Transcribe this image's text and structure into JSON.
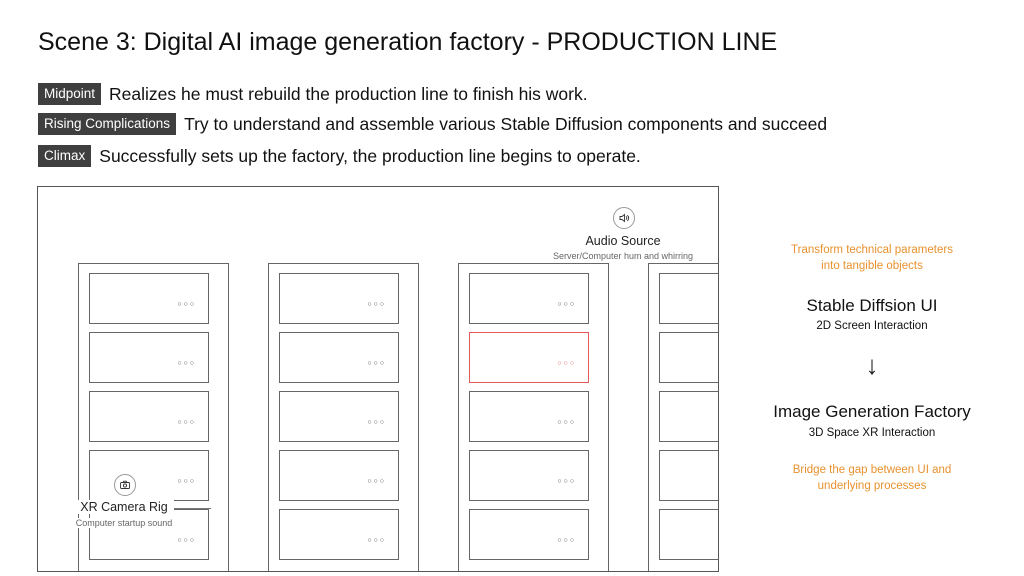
{
  "title": "Scene 3: Digital AI image generation factory - PRODUCTION LINE",
  "beats": [
    {
      "tag": "Midpoint",
      "text": "Realizes he must rebuild the production line to finish his work."
    },
    {
      "tag": "Rising Complications",
      "text": "Try to understand and assemble various Stable Diffusion components and succeed"
    },
    {
      "tag": "Climax",
      "text": "Successfully sets up the factory, the production line begins to operate."
    }
  ],
  "scene": {
    "audio_source": {
      "icon": "speaker-icon",
      "label": "Audio Source",
      "sublabel": "Server/Computer hum and whirring"
    },
    "camera_rig": {
      "icon": "camera-icon",
      "label": "XR Camera Rig",
      "sublabel": "Computer startup sound"
    },
    "slot_dots": "○○○",
    "highlight_color": "#e05a5a"
  },
  "right_panel": {
    "note_top_1": "Transform technical parameters",
    "note_top_2": "into tangible objects",
    "ui_title": "Stable Diffsion UI",
    "ui_sub": "2D Screen Interaction",
    "arrow": "↓",
    "factory_title": "Image Generation Factory",
    "factory_sub": "3D Space XR Interaction",
    "note_bottom_1": "Bridge the gap between UI and",
    "note_bottom_2": "underlying processes",
    "accent_color": "#e8912e"
  }
}
